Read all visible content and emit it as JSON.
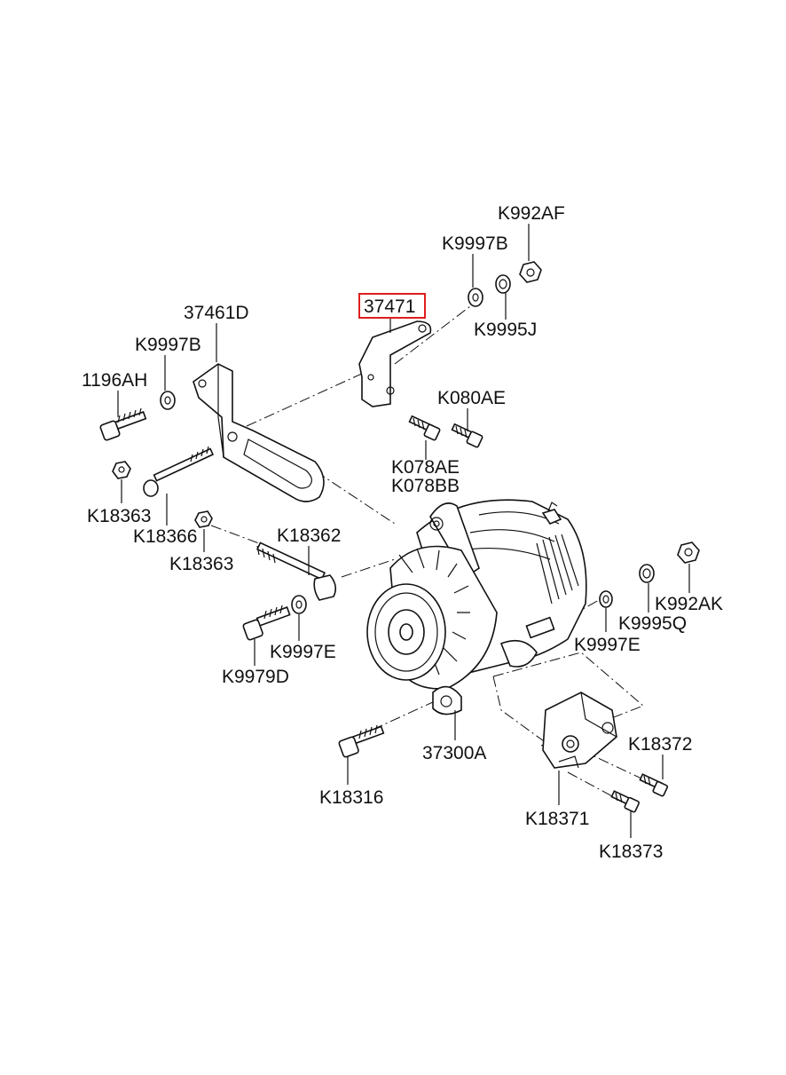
{
  "labels": {
    "k992af": "K992AF",
    "k9997b_top": "K9997B",
    "k9995j": "K9995J",
    "p37471": "37471",
    "p37461d": "37461D",
    "k9997b_left": "K9997B",
    "p1196ah": "1196AH",
    "k080ae": "K080AE",
    "k078ae": "K078AE",
    "k078bb": "K078BB",
    "k18363_a": "K18363",
    "k18366": "K18366",
    "k18363_b": "K18363",
    "k18362": "K18362",
    "k9997e_left": "K9997E",
    "k9979d": "K9979D",
    "k992ak": "K992AK",
    "k9995q": "K9995Q",
    "k9997e_right": "K9997E",
    "p37300a": "37300A",
    "k18372": "K18372",
    "k18316": "K18316",
    "k18371": "K18371",
    "k18373": "K18373"
  },
  "highlight_color": "#e01e1e"
}
